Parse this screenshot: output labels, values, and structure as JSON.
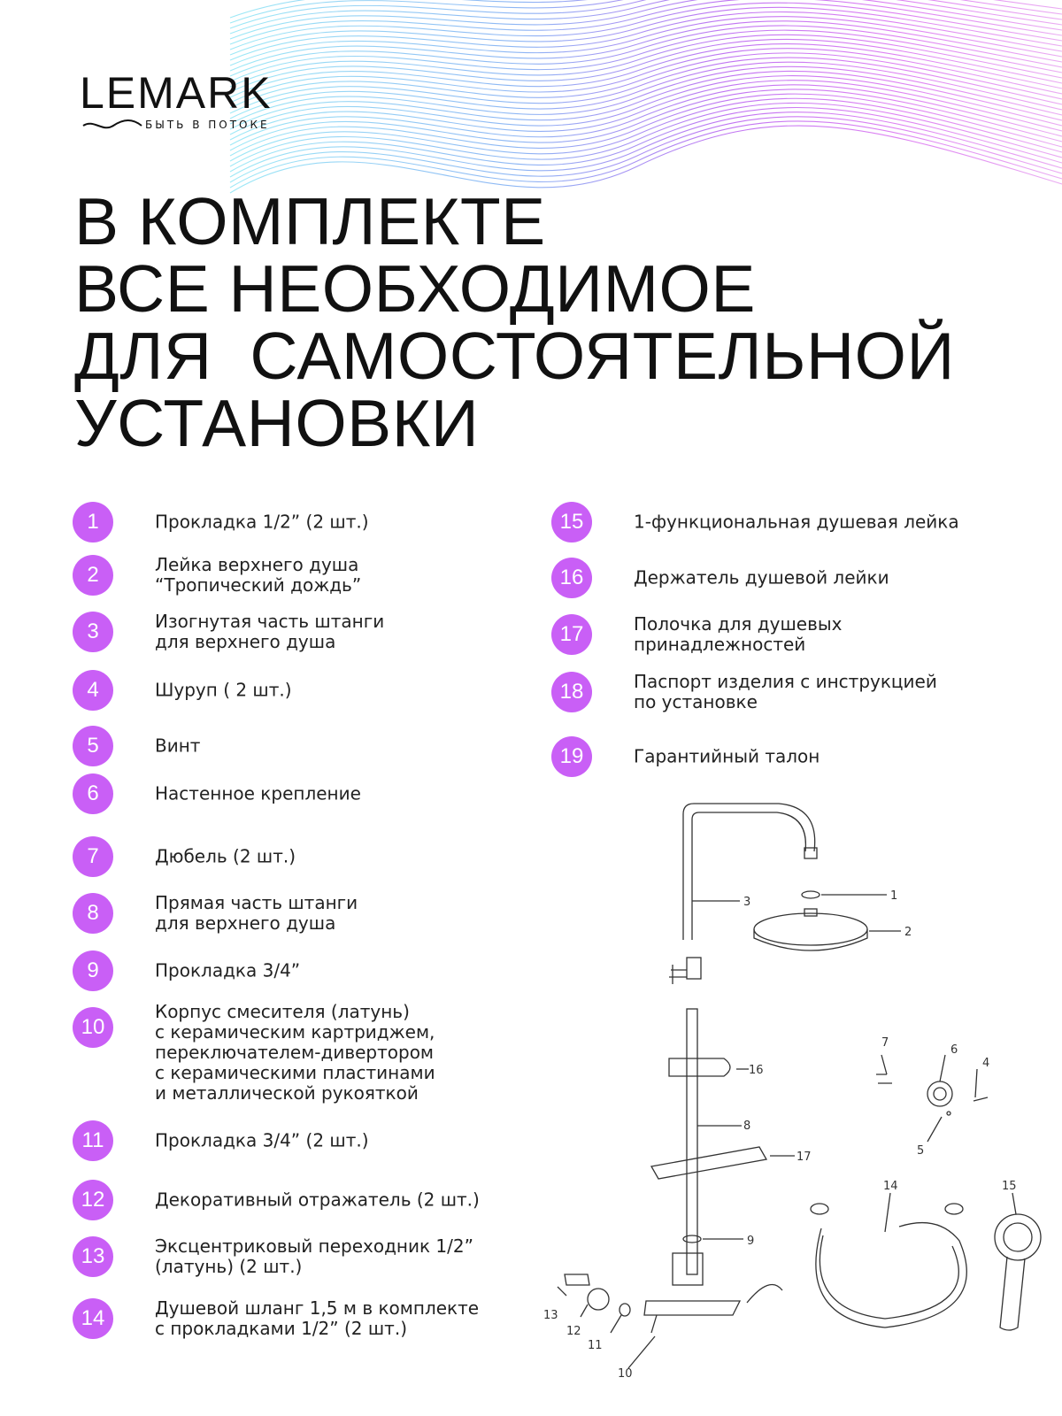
{
  "brand": {
    "name": "LEMARK",
    "tagline": "БЫТЬ В ПОТОКЕ",
    "accent": "#c95ff6"
  },
  "headline": [
    "В КОМПЛЕКТЕ",
    "ВСЕ НЕОБХОДИМОЕ",
    "ДЛЯ  САМОСТОЯТЕЛЬНОЙ",
    "УСТАНОВКИ"
  ],
  "items": [
    {
      "num": "1",
      "text": "Прокладка 1/2” (2 шт.)"
    },
    {
      "num": "2",
      "text": "Лейка верхнего душа\n“Тропический дождь”"
    },
    {
      "num": "3",
      "text": "Изогнутая часть штанги\nдля верхнего душа"
    },
    {
      "num": "4",
      "text": "Шуруп ( 2 шт.)"
    },
    {
      "num": "5",
      "text": "Винт"
    },
    {
      "num": "6",
      "text": "Настенное крепление"
    },
    {
      "num": "7",
      "text": "Дюбель (2 шт.)"
    },
    {
      "num": "8",
      "text": "Прямая часть штанги\nдля верхнего душа"
    },
    {
      "num": "9",
      "text": "Прокладка 3/4”"
    },
    {
      "num": "10",
      "text": "Корпус смесителя (латунь)\nс керамическим картриджем,\nпереключателем-дивертором\nс керамическими пластинами\nи металлической рукояткой"
    },
    {
      "num": "11",
      "text": "Прокладка 3/4” (2 шт.)"
    },
    {
      "num": "12",
      "text": "Декоративный отражатель (2 шт.)"
    },
    {
      "num": "13",
      "text": "Эксцентриковый переходник 1/2”\n(латунь) (2 шт.)"
    },
    {
      "num": "14",
      "text": "Душевой шланг 1,5 м в комплекте\nс прокладками 1/2” (2 шт.)"
    },
    {
      "num": "15",
      "text": "1-функциональная душевая лейка"
    },
    {
      "num": "16",
      "text": "Держатель душевой лейки"
    },
    {
      "num": "17",
      "text": "Полочка для душевых\nпринадлежностей"
    },
    {
      "num": "18",
      "text": "Паспорт изделия с инструкцией\nпо установке"
    },
    {
      "num": "19",
      "text": "Гарантийный талон"
    }
  ],
  "diagram_labels": [
    "1",
    "2",
    "3",
    "4",
    "5",
    "6",
    "7",
    "8",
    "9",
    "10",
    "11",
    "12",
    "13",
    "14",
    "15",
    "16",
    "17"
  ]
}
